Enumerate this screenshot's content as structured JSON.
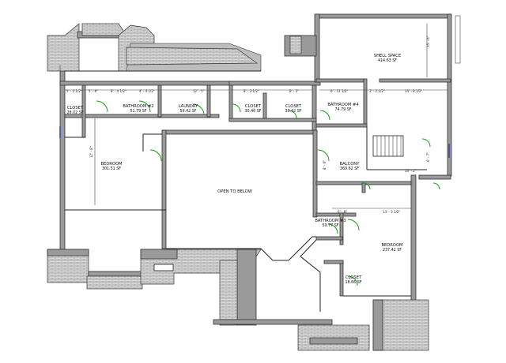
{
  "rooms": {
    "shell_space": {
      "name": "SHELL SPACE",
      "area": "414.63 SF"
    },
    "closet_1": {
      "name": "CLOSET",
      "area": "28.02 SF"
    },
    "bathroom_2": {
      "name": "BATHROOM #2",
      "area": "51.79 SF"
    },
    "laundry": {
      "name": "LAUNDRY",
      "area": "59.42 SF"
    },
    "closet_2": {
      "name": "CLOSET",
      "area": "30.46 SF"
    },
    "closet_3": {
      "name": "CLOSET",
      "area": "30.42 SF"
    },
    "bathroom_4": {
      "name": "BATHROOM #4",
      "area": "74.79 SF"
    },
    "bedroom_1": {
      "name": "BEDROOM",
      "area": "301.51 SF"
    },
    "open_to_below": {
      "name": "OPEN TO BELOW"
    },
    "balcony": {
      "name": "BALCONY",
      "area": "369.62 SF"
    },
    "bathroom_3": {
      "name": "BATHROOM #3",
      "area": "59.77 SF"
    },
    "bedroom_2": {
      "name": "BEDROOM",
      "area": "237.42 SF"
    },
    "closet_4": {
      "name": "CLOSET",
      "area": "18.66 SF"
    }
  },
  "dimensions": {
    "d1": "5' - 2 1/2\"",
    "d2": "5' - 6\"",
    "d3": "8' - 4 1/2\"",
    "d4": "4' - 4 1/2\"",
    "d5": "12' - 5\"",
    "d6": "8' - 3 1/2\"",
    "d7": "8' - 3\"",
    "d8": "6' - 11 1/2\"",
    "d9": "3' - 2 1/2\"",
    "d10": "14' - 8 1/2\"",
    "d11": "14' - 2\"",
    "d12": "6' - 8\"",
    "d13": "13' - 3 1/2\"",
    "d14": "15' - 6\"",
    "d15": "12' - 8\"",
    "d16": "8' - 6\"",
    "d17": "6' - 7\""
  }
}
